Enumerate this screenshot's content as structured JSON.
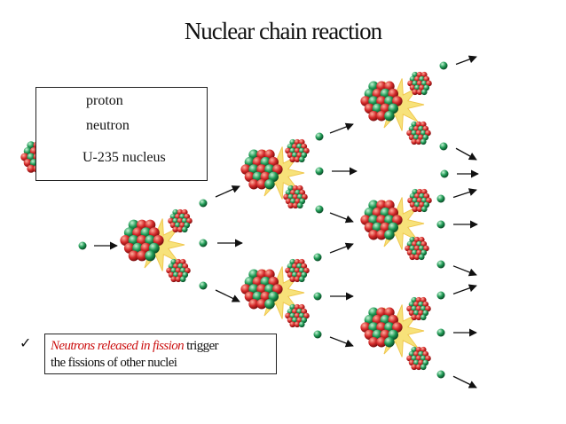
{
  "title": "Nuclear chain reaction",
  "legend": {
    "proton": "proton",
    "neutron": "neutron",
    "nucleus": "U-235 nucleus"
  },
  "note": {
    "check": "✓",
    "highlight": "Neutrons released in fission",
    "rest1": " trigger",
    "line2": "the fissions of other nuclei"
  },
  "colors": {
    "proton": "#d42a2a",
    "neutron": "#1f9a55",
    "flash": "#f7e27a",
    "highlight": "#cc1111"
  }
}
